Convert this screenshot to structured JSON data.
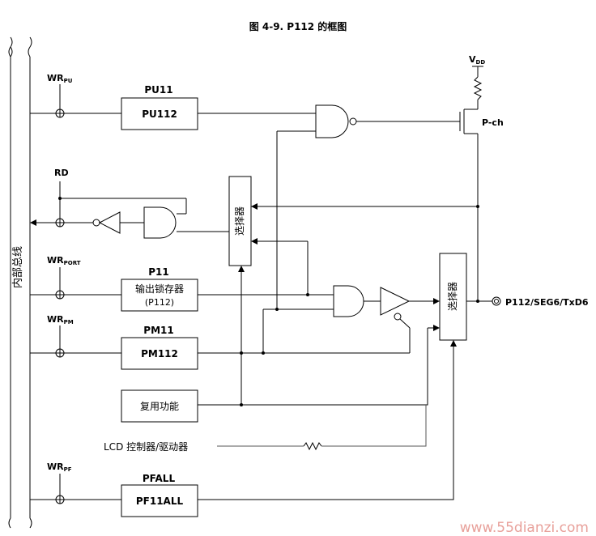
{
  "title": "图 4-9.  P112 的框图",
  "bus_label": "内部总线",
  "signals": {
    "wr_pu": "WR",
    "wr_pu_sub": "PU",
    "rd": "RD",
    "wr_port": "WR",
    "wr_port_sub": "PORT",
    "wr_pm": "WR",
    "wr_pm_sub": "PM",
    "wr_pf": "WR",
    "wr_pf_sub": "PF"
  },
  "registers": {
    "pu11_title": "PU11",
    "pu112": "PU112",
    "p11_title": "P11",
    "latch_line1": "输出锁存器",
    "latch_line2": "(P112)",
    "pm11_title": "PM11",
    "pm112": "PM112",
    "pfall_title": "PFALL",
    "pf11all": "PF11ALL"
  },
  "blocks": {
    "selector1": "选择器",
    "selector2": "选择器",
    "alt_function": "复用功能",
    "lcd_driver": "LCD 控制器/驱动器"
  },
  "power": {
    "vdd": "V",
    "vdd_sub": "DD",
    "pch": "P-ch"
  },
  "pin": "P112/SEG6/TxD6",
  "watermark": "www.55dianzi.com"
}
